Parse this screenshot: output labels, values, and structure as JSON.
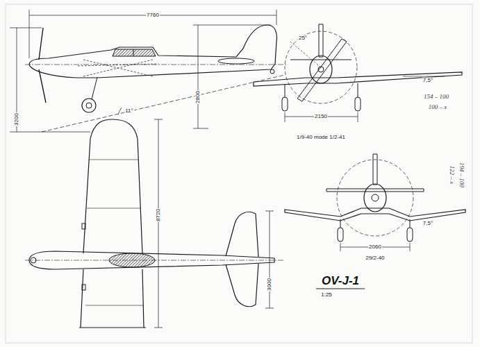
{
  "diagram": {
    "title": "OV-J-1",
    "caption": "1:25",
    "labels": [
      "7760",
      "3200",
      "2800",
      "11°",
      "25°",
      "7,5°",
      "2150",
      "1/9-40 mode 1/2-41",
      "154 – 100",
      "100 – x",
      "194 – 100",
      "122 – x",
      "8720",
      "3000",
      "7,5°",
      "2060",
      "29/2-40"
    ]
  }
}
